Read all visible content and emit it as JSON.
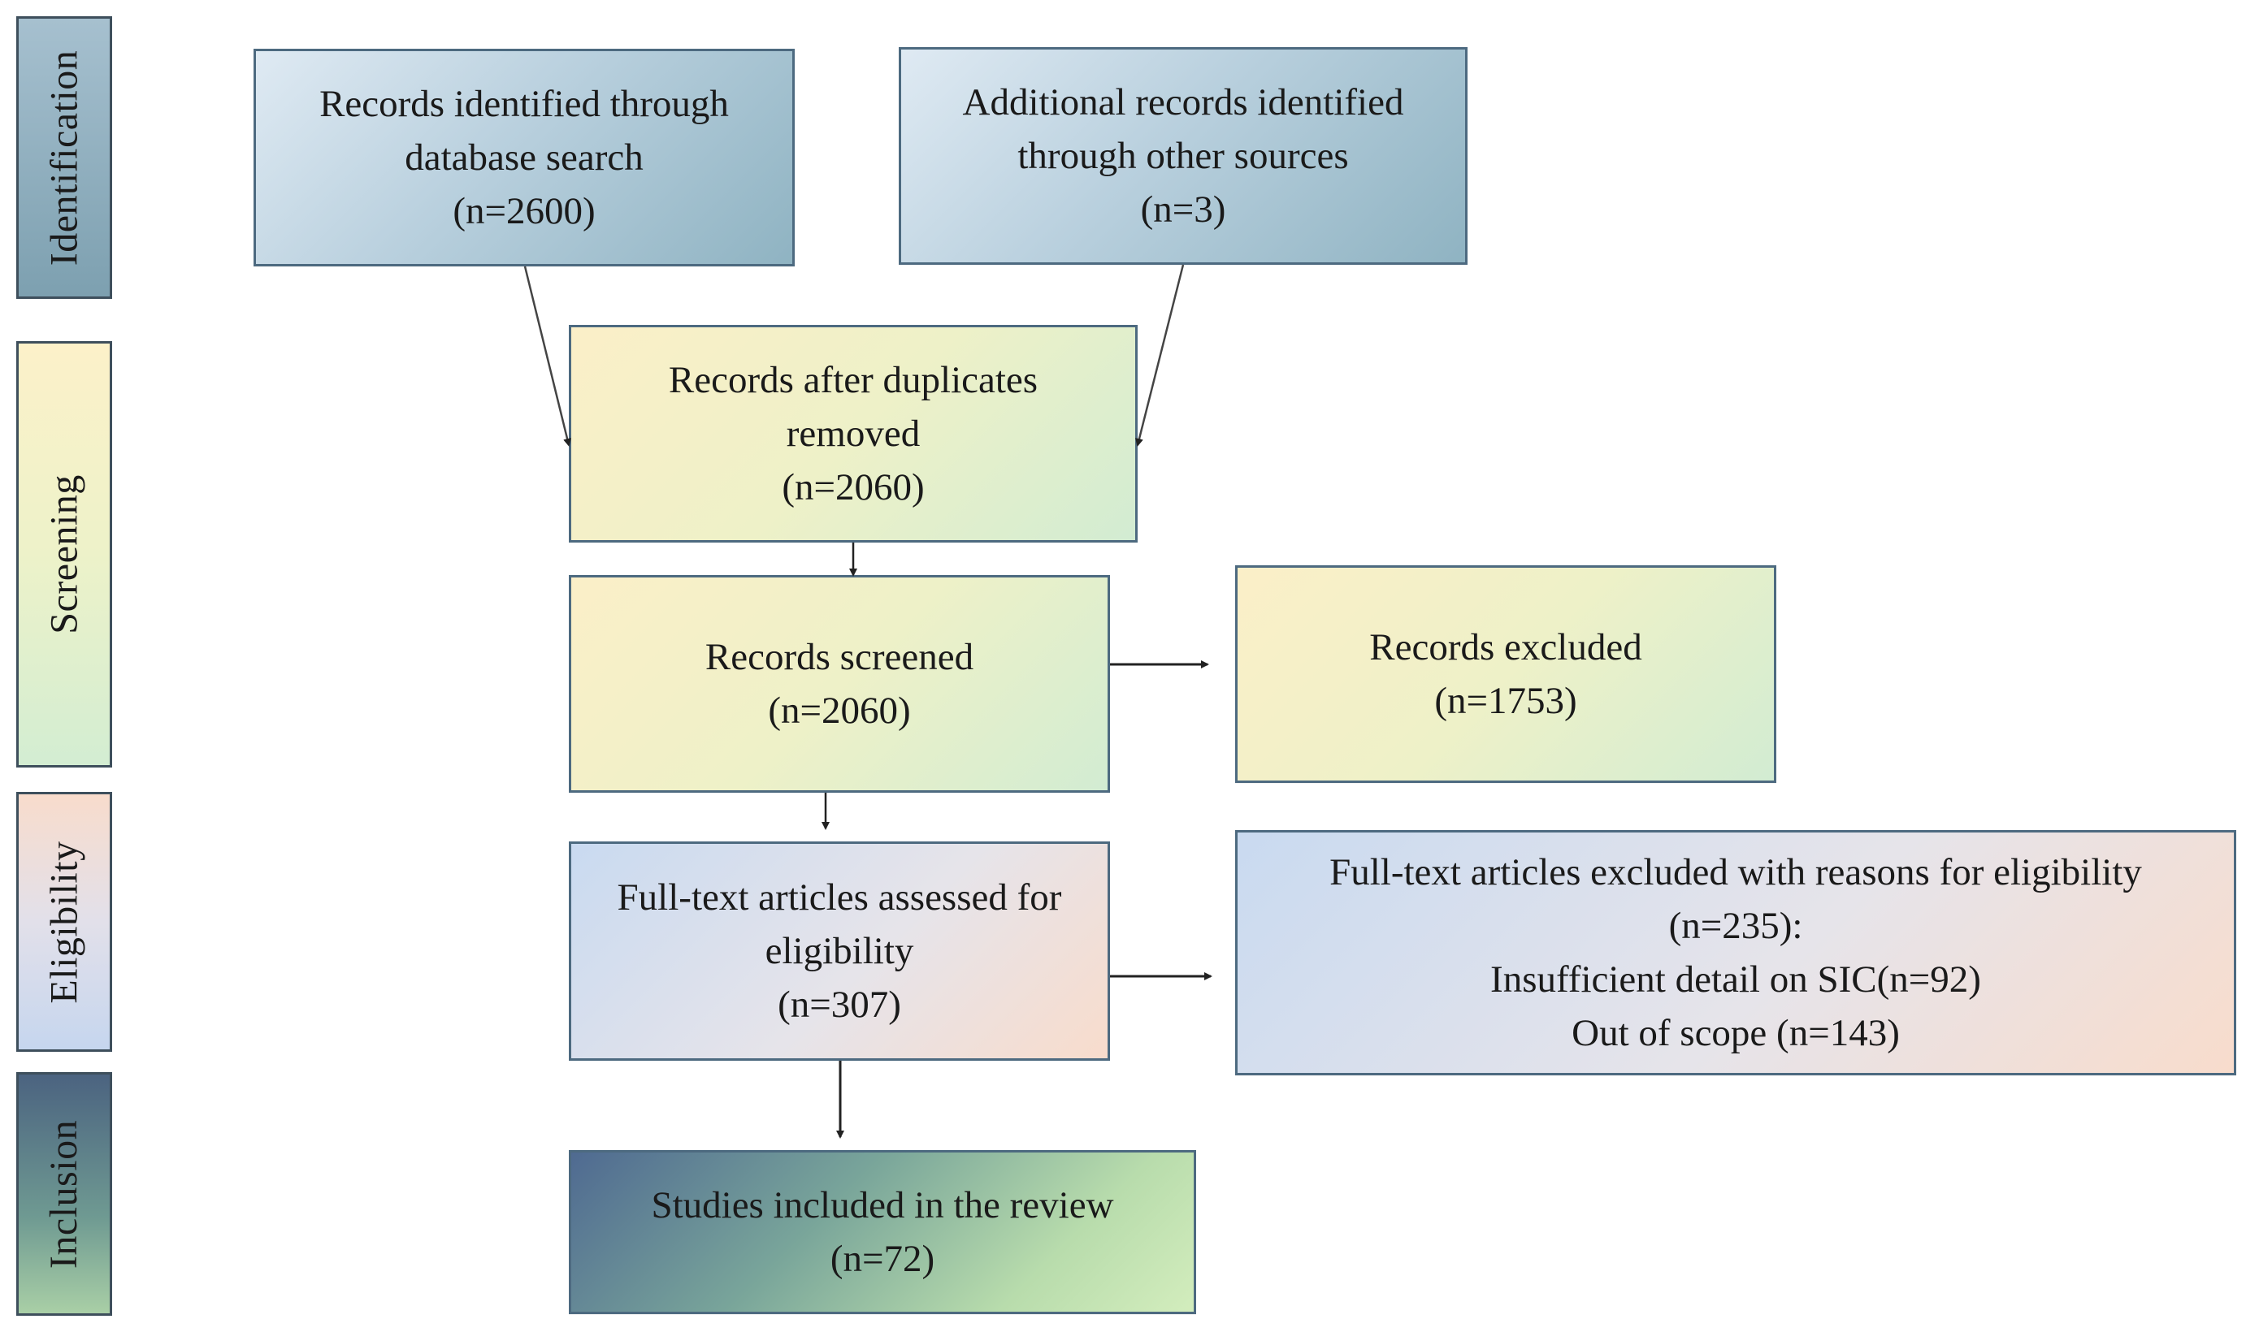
{
  "phases": {
    "identification": "Identification",
    "screening": "Screening",
    "eligibility": "Eligibility",
    "inclusion": "Inclusion"
  },
  "boxes": {
    "db_search": {
      "line1": "Records identified through",
      "line2": "database search",
      "count": "(n=2600)"
    },
    "other_sources": {
      "line1": "Additional records identified",
      "line2": "through other sources",
      "count": "(n=3)"
    },
    "dedup": {
      "line1": "Records after duplicates",
      "line2": "removed",
      "count": "(n=2060)"
    },
    "screened": {
      "line1": "Records screened",
      "count": "(n=2060)"
    },
    "excluded": {
      "line1": "Records excluded",
      "count": "(n=1753)"
    },
    "fulltext": {
      "line1": "Full-text articles assessed for",
      "line2": "eligibility",
      "count": "(n=307)"
    },
    "fulltext_excluded": {
      "line1": "Full-text articles excluded with reasons for eligibility",
      "line2": "(n=235):",
      "line3": "Insufficient detail on SIC(n=92)",
      "line4": "Out of scope (n=143)"
    },
    "included": {
      "line1": "Studies included in the review",
      "count": "(n=72)"
    }
  },
  "colors": {
    "border": "#4d6a80",
    "arrow": "#222222"
  }
}
